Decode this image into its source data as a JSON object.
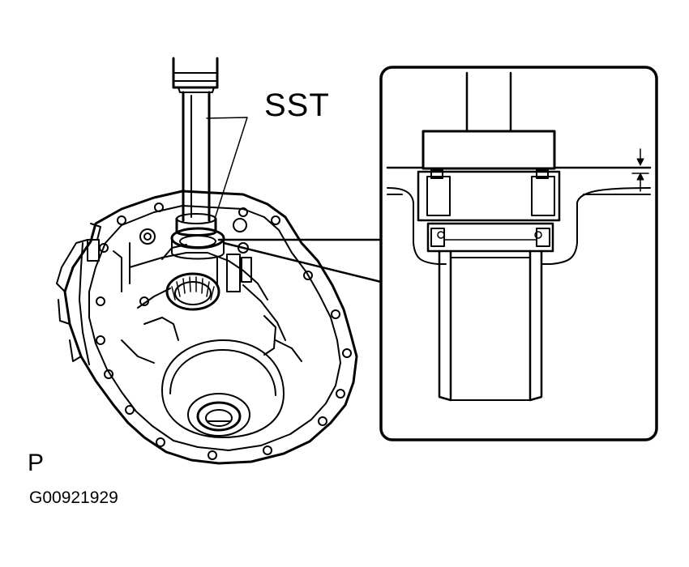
{
  "labels": {
    "tool": "SST",
    "view": "P",
    "figure_code": "G00921929"
  },
  "colors": {
    "ink": "#000000",
    "paper": "#ffffff"
  }
}
